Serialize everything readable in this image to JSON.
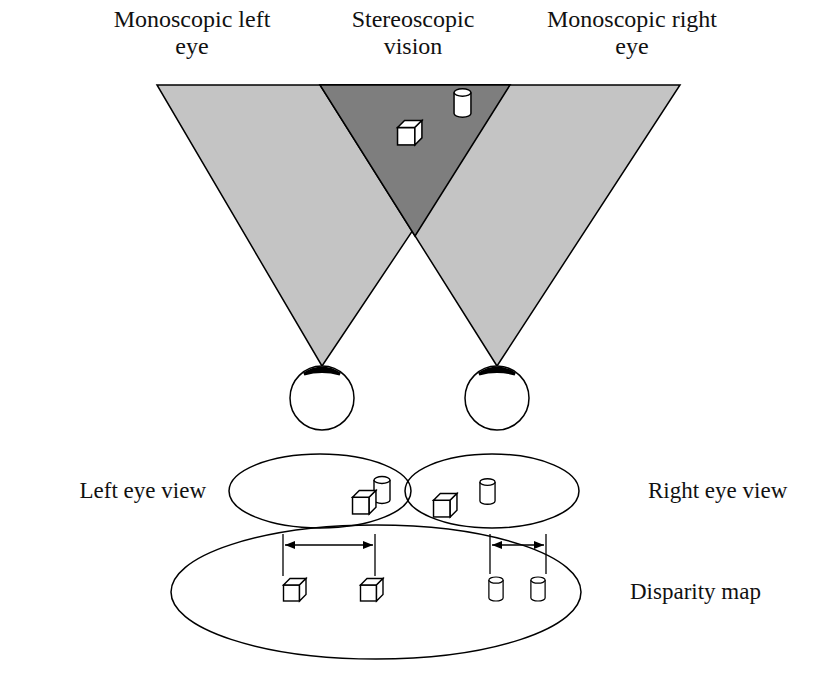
{
  "diagram": {
    "nodes": [
      {
        "text": [
          "Left eye view"
        ]
      },
      {
        "text": [
          "Right eye view"
        ]
      },
      {
        "text": [
          "Disparity map"
        ]
      }
    ],
    "labels": [
      "Monoscopic left eye",
      "Stereoscopic vision",
      "Monoscopic right eye"
    ]
  }
}
